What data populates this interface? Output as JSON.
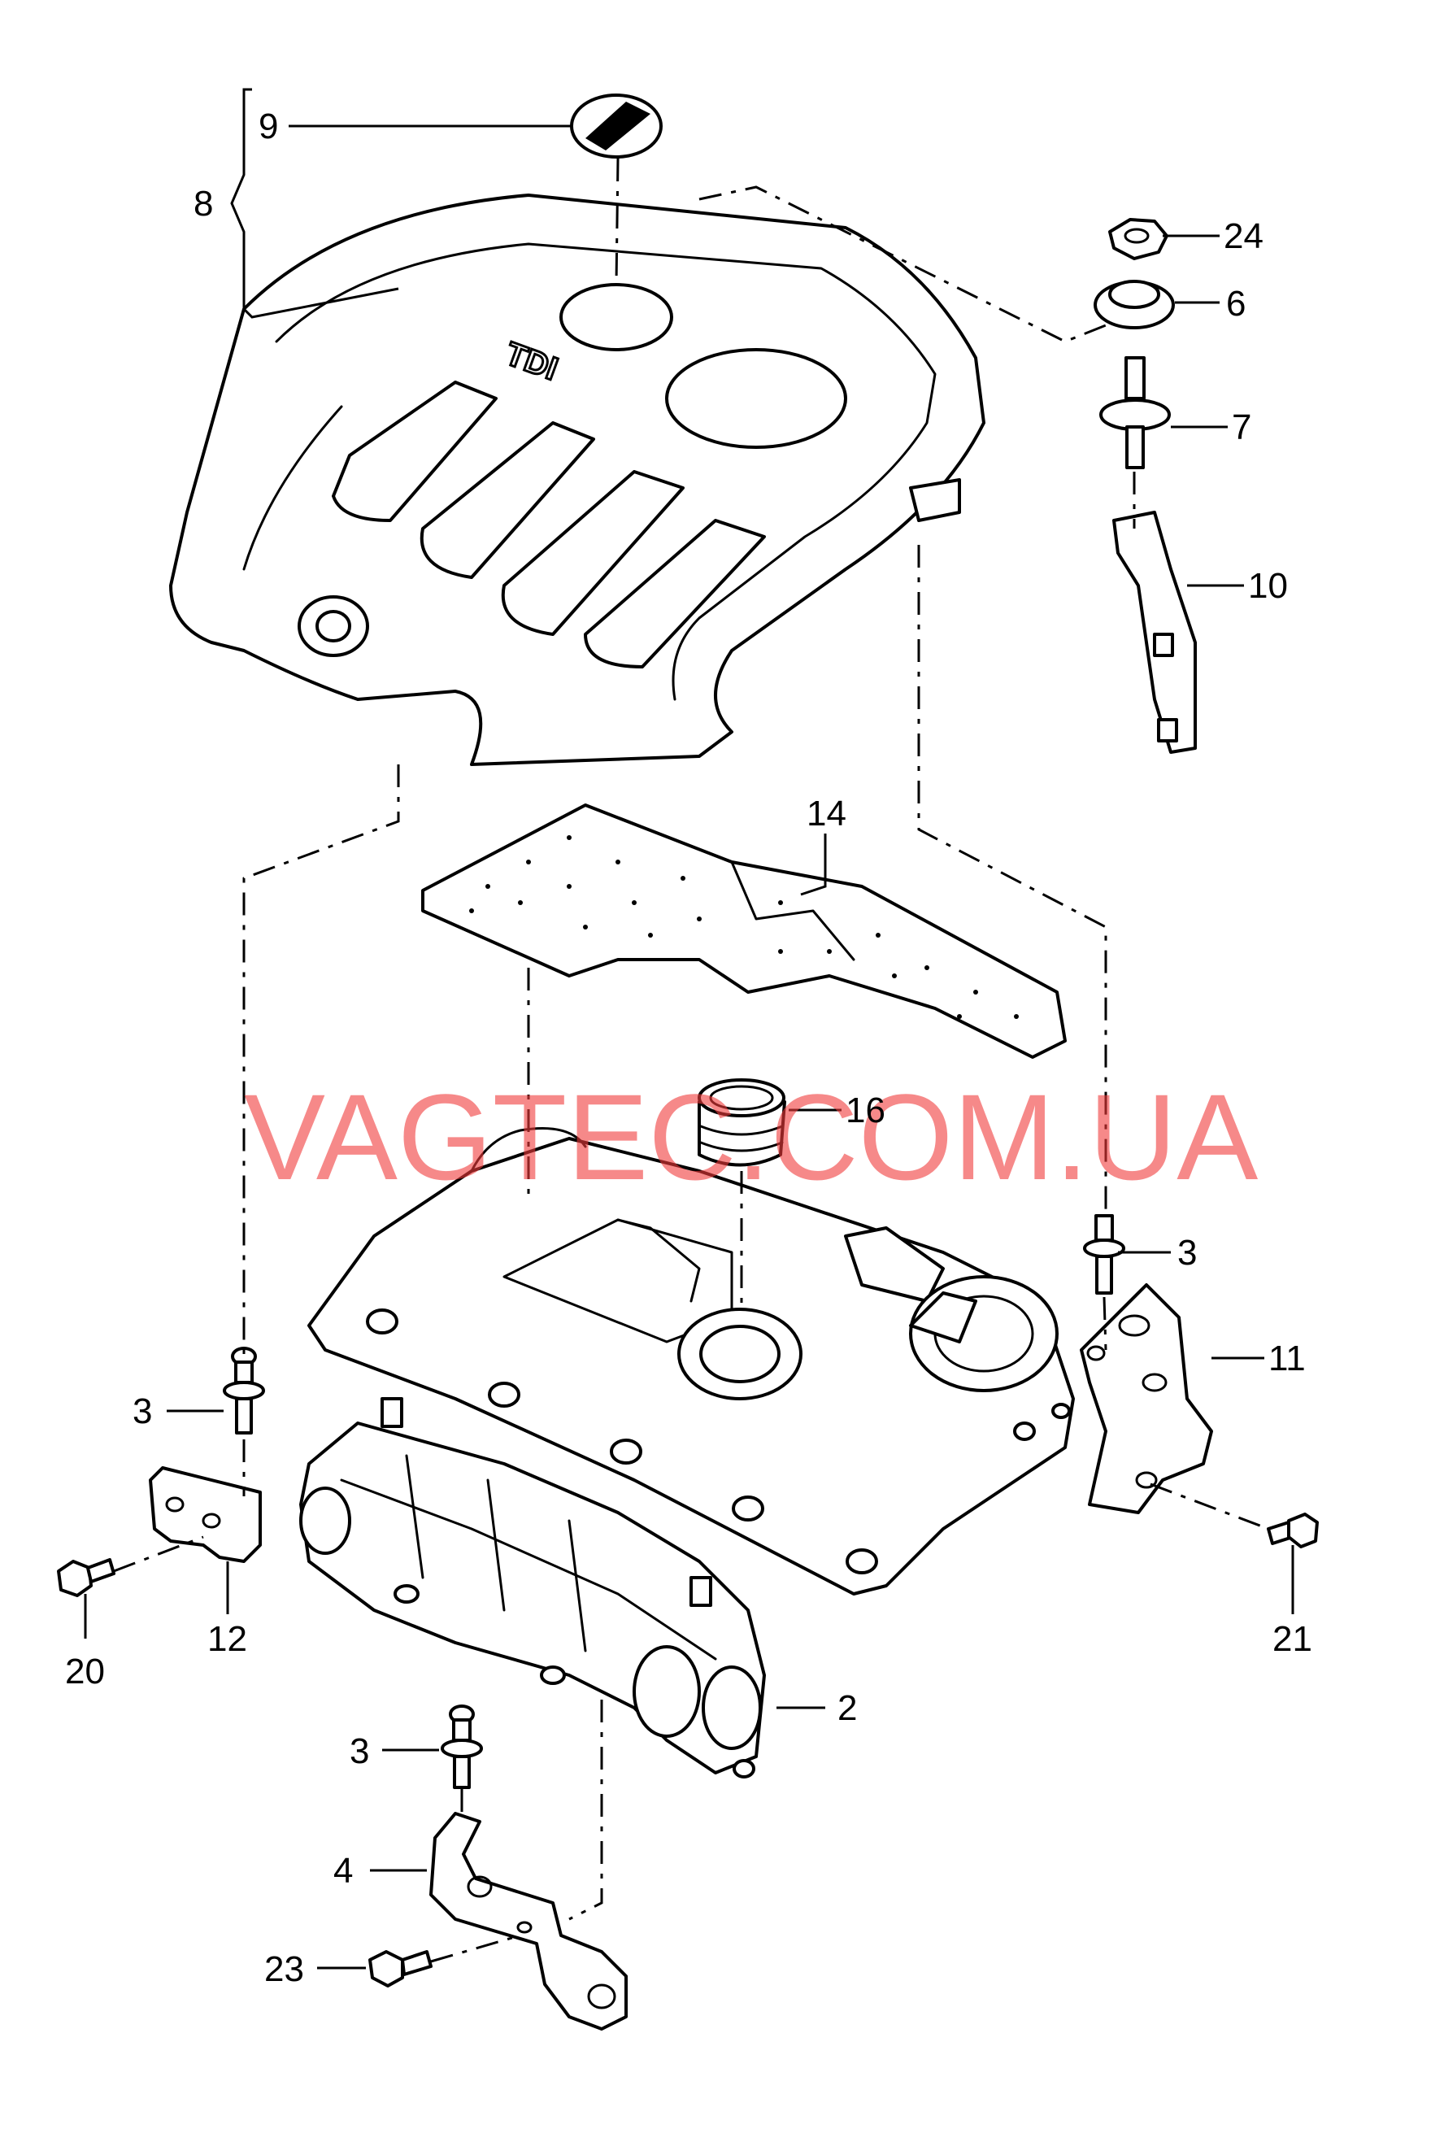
{
  "watermark": "VAGTEC.COM.UA",
  "cover_badge_text": "TDI",
  "colors": {
    "line": "#000000",
    "watermark": "#f03a3a",
    "background": "#ffffff"
  },
  "callouts": {
    "c2": "2",
    "c3a": "3",
    "c3b": "3",
    "c3c": "3",
    "c4": "4",
    "c6": "6",
    "c7": "7",
    "c8": "8",
    "c9": "9",
    "c10": "10",
    "c11": "11",
    "c12": "12",
    "c14": "14",
    "c16": "16",
    "c20": "20",
    "c21": "21",
    "c23": "23",
    "c24": "24"
  }
}
